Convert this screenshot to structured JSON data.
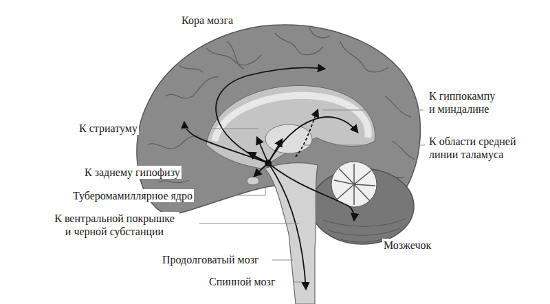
{
  "diagram": {
    "labels": [
      "Кора мозга",
      "К гиппокампу и миндалине",
      "К стриатуму",
      "К области средней линии таламуса",
      "К заднему гипофизу",
      "Туберомамиллярное ядро",
      "К вентральной покрышке и черной субстанции",
      "Мозжечок",
      "Продолговатый мозг",
      "Спинной мозг"
    ]
  }
}
